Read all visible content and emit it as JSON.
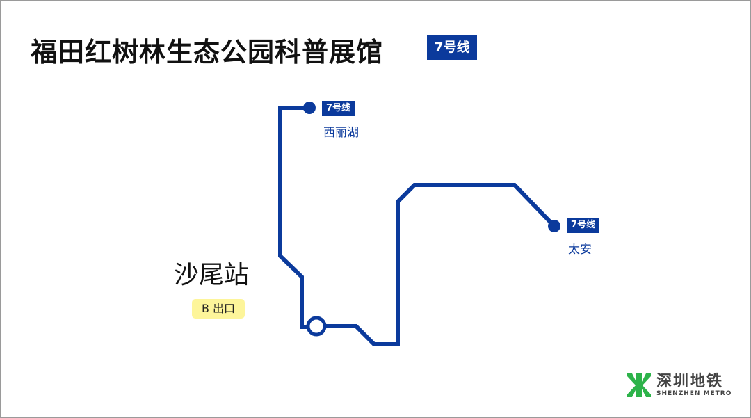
{
  "title": "福田红树林生态公园科普展馆",
  "title_line_badge": "7号线",
  "station": {
    "name": "沙尾站",
    "exit": "B 出口"
  },
  "terminals": [
    {
      "line": "7号线",
      "name": "西丽湖"
    },
    {
      "line": "7号线",
      "name": "太安"
    }
  ],
  "logo": {
    "cn": "深圳地铁",
    "en": "SHENZHEN METRO",
    "color": "#2db34a"
  },
  "line_color": "#0b3a9c"
}
